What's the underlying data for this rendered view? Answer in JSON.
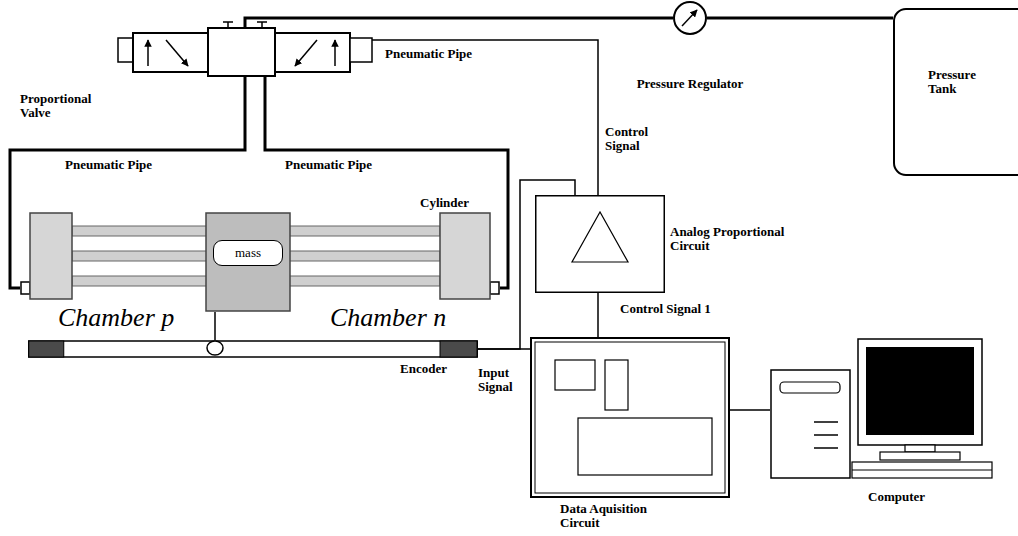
{
  "diagram": {
    "nodes": [
      {
        "text": [
          "Proportional Valve"
        ]
      },
      {
        "text": [
          "Pressure Regulator"
        ]
      },
      {
        "text": [
          "Pressure Tank"
        ]
      },
      {
        "text": [
          "Cylinder"
        ]
      },
      {
        "text": [
          "mass"
        ],
        "in": 3
      },
      {
        "text": [
          "Encoder"
        ]
      },
      {
        "text": [
          "Analog Proportional Circuit"
        ]
      },
      {
        "text": [
          "Data Aquisition Circuit"
        ]
      },
      {
        "text": [
          "Computer"
        ]
      }
    ],
    "edges": [
      {
        "from": 0,
        "to": 1,
        "arrow": "none"
      },
      {
        "from": 1,
        "to": 2,
        "arrow": "none"
      },
      {
        "from": 0,
        "to": 3,
        "arrow": "none"
      },
      {
        "from": 0,
        "to": 3,
        "arrow": "none"
      },
      {
        "from": 6,
        "to": 0,
        "arrow": "none"
      },
      {
        "from": 4,
        "to": 5,
        "arrow": "none"
      },
      {
        "from": 5,
        "to": 7,
        "arrow": "none"
      },
      {
        "from": 5,
        "to": 6,
        "arrow": "none"
      },
      {
        "from": 6,
        "to": 7,
        "arrow": "none"
      },
      {
        "from": 7,
        "to": 8,
        "arrow": "none"
      }
    ],
    "labels": [
      "Pneumatic Pipe",
      "Pneumatic Pipe",
      "Pneumatic Pipe",
      "Control Signal",
      "Chamber p",
      "Chamber n",
      "Control Signal 1",
      "Input Signal"
    ]
  }
}
